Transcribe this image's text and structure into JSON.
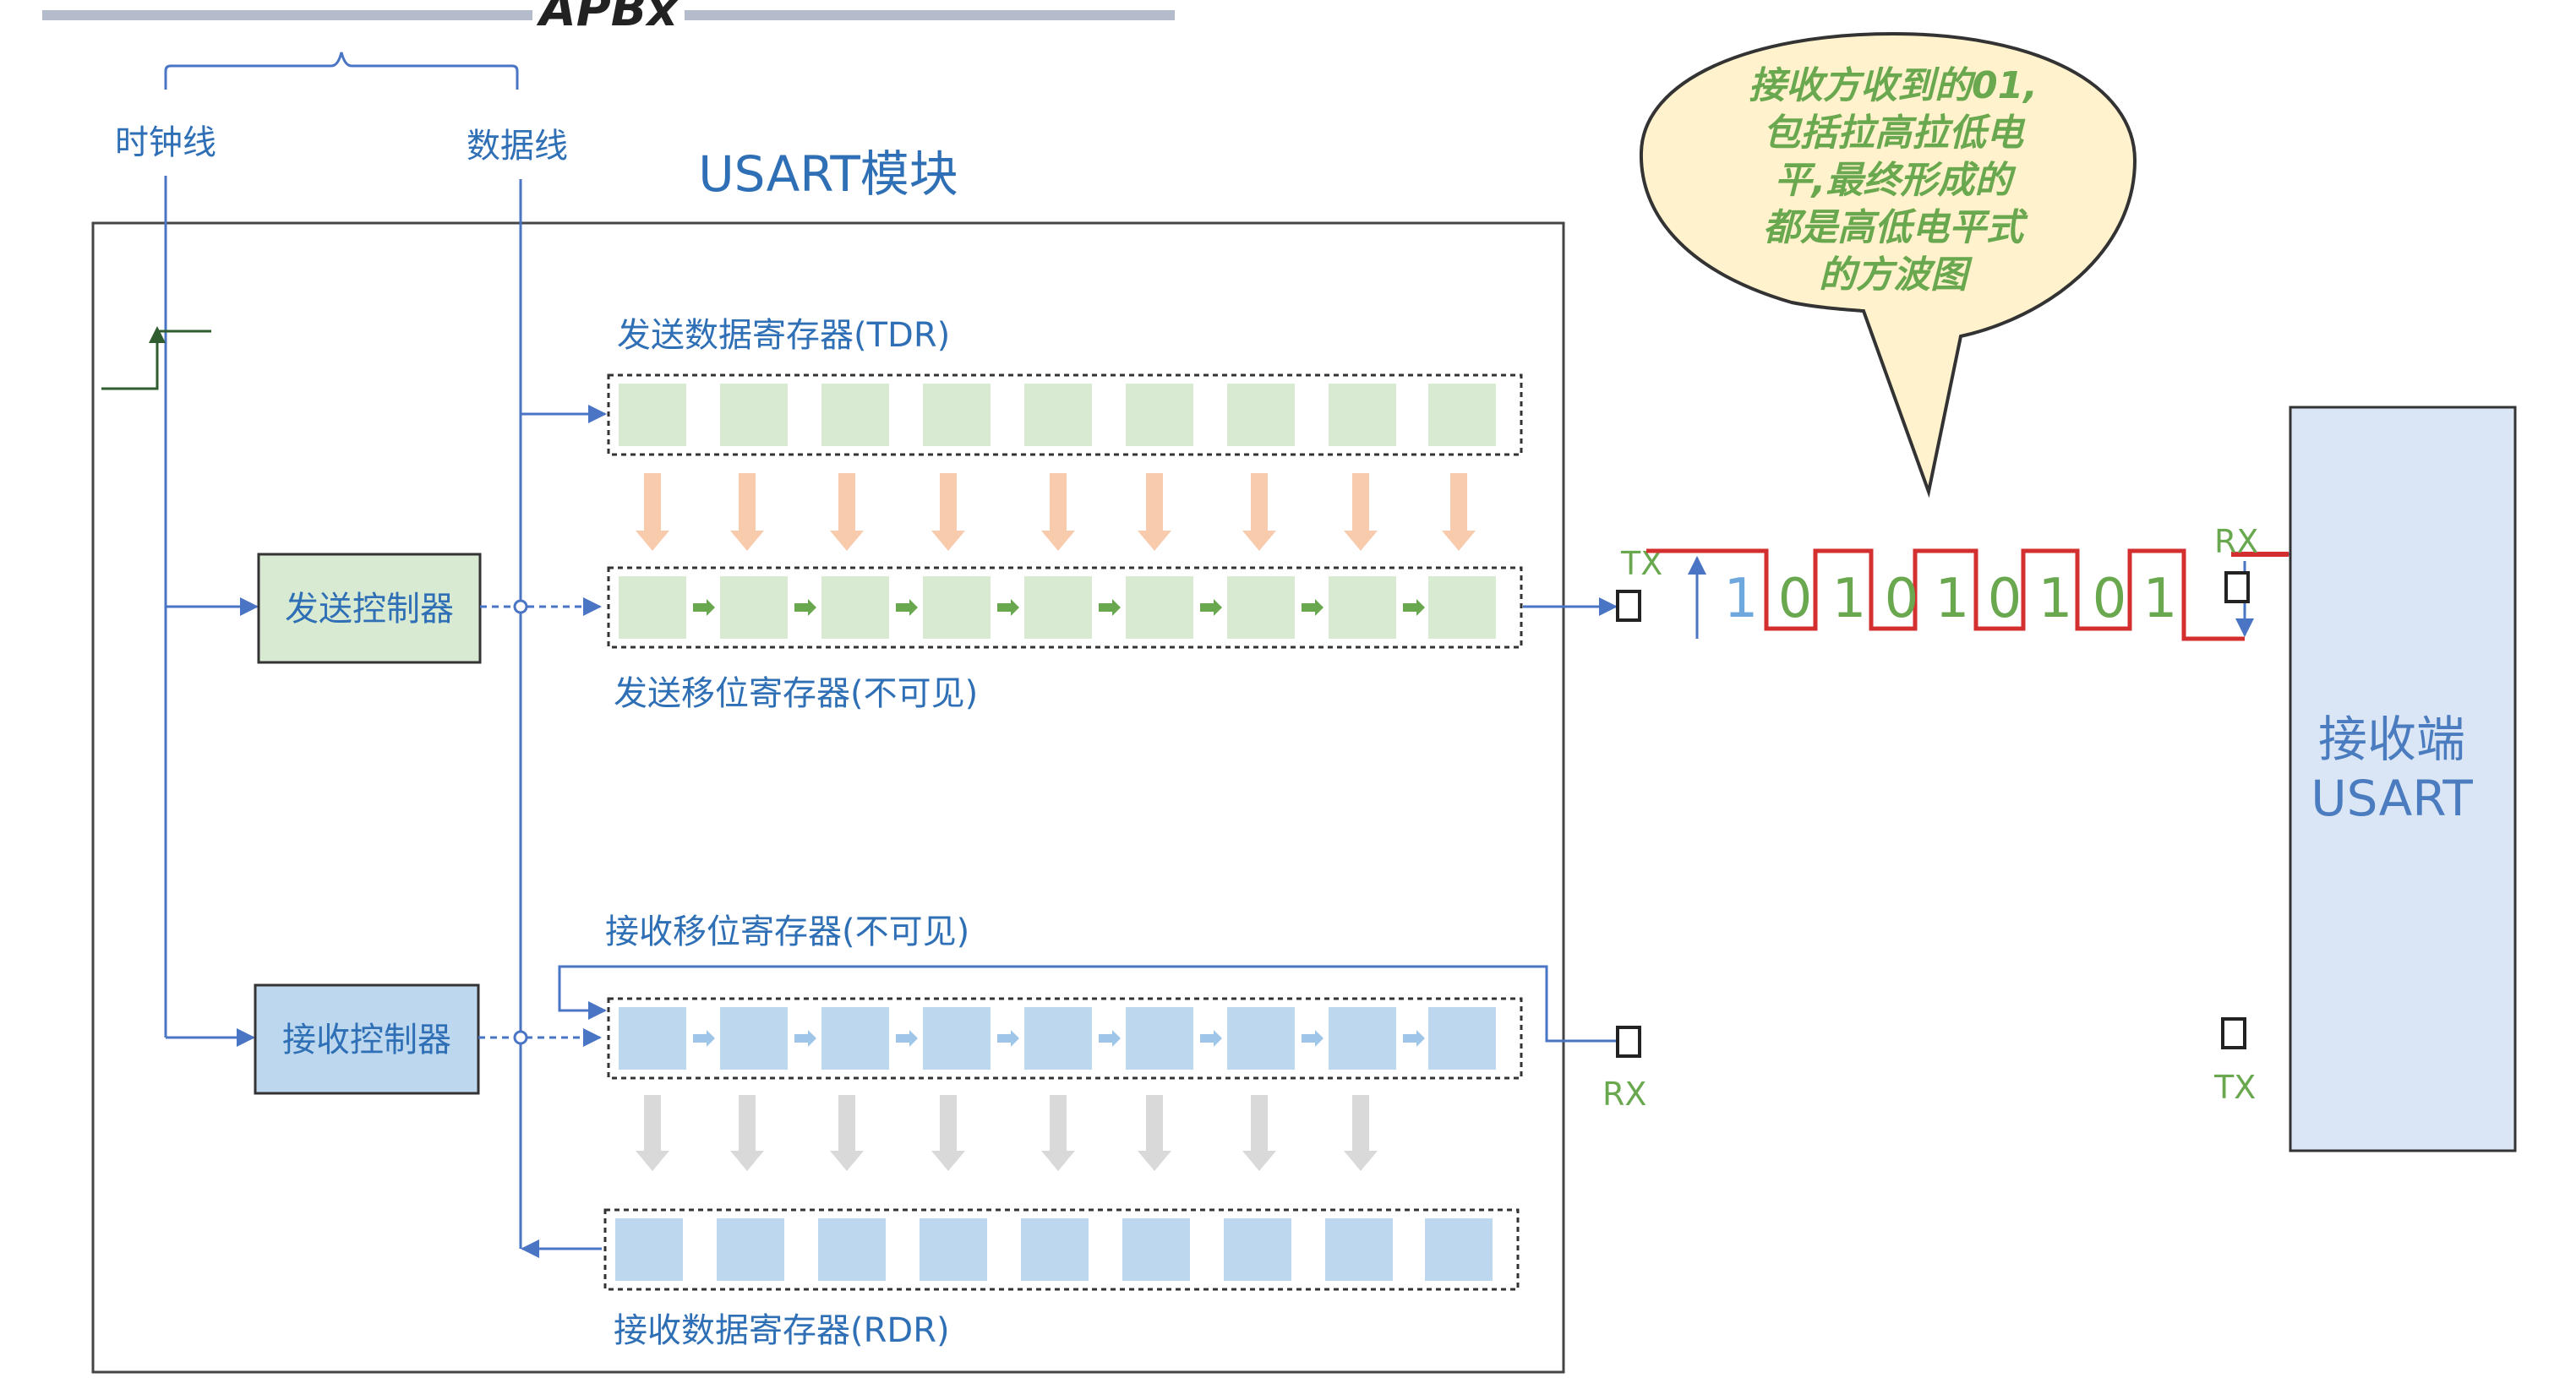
{
  "bus": {
    "name": "APBx"
  },
  "bus_lines": {
    "clock": "时钟线",
    "data": "数据线"
  },
  "module": {
    "title": "USART模块"
  },
  "registers": {
    "tdr": "发送数据寄存器(TDR)",
    "tx_shift": "发送移位寄存器(不可见)",
    "rx_shift": "接收移位寄存器(不可见)",
    "rdr": "接收数据寄存器(RDR)"
  },
  "controllers": {
    "tx": "发送控制器",
    "rx": "接收控制器"
  },
  "pins": {
    "module_tx": "TX",
    "module_rx": "RX",
    "receiver_rx": "RX",
    "receiver_tx": "TX"
  },
  "receiver": {
    "line1": "接收端",
    "line2": "USART"
  },
  "waveform": {
    "bits": [
      "1",
      "0",
      "1",
      "0",
      "1",
      "0",
      "1",
      "0",
      "1"
    ]
  },
  "callout": {
    "lines": [
      "接收方收到的01,",
      "包括拉高拉低电",
      "平,最终形成的",
      "都是高低电平式",
      "的方波图"
    ]
  },
  "colors": {
    "line_blue": "#4a74c4",
    "label_blue": "#2e6fb5",
    "green_cell": "#d9ead3",
    "blue_cell": "#bdd7ee",
    "orange_arrow": "#f8cbad",
    "gray_arrow": "#d9d9d9",
    "wave_red": "#d32f2f",
    "bit_green": "#6aa84f",
    "bit_blue": "#6fa8dc",
    "callout_fill": "#fff2cc",
    "pin_label_green": "#6aa84f"
  }
}
